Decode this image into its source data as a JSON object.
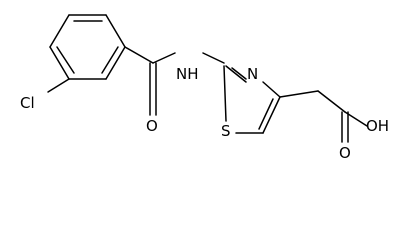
{
  "molecule": {
    "atoms": {
      "cl": "Cl",
      "nh": "NH",
      "o_carbonyl": "O",
      "n_ring": "N",
      "s_ring": "S",
      "o_acid": "O",
      "oh": "OH"
    }
  }
}
